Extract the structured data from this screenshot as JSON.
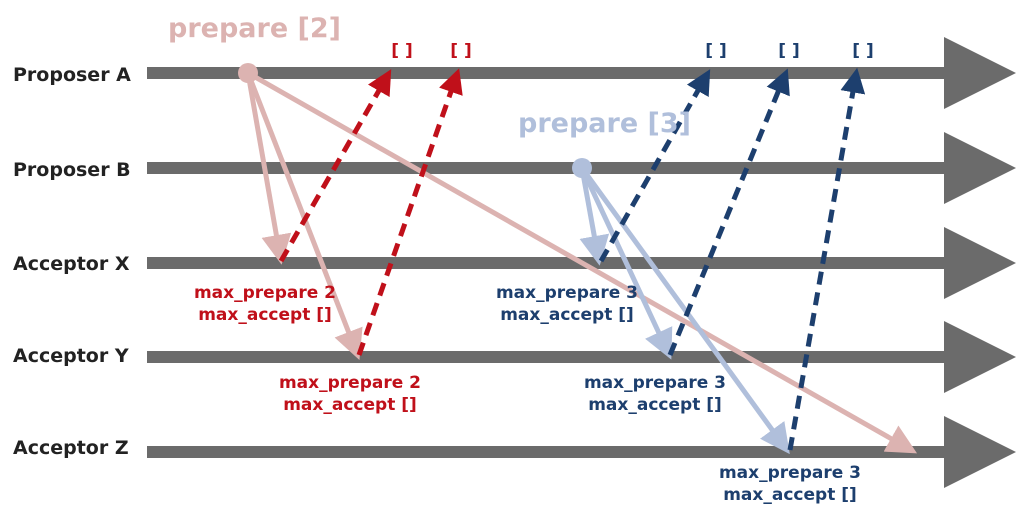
{
  "colors": {
    "timeline": "#6b6b6b",
    "prepare2": "#dcb3b1",
    "prepare3": "#b0bfdb",
    "promise2": "#c0101a",
    "promise3": "#1d3f6e",
    "lane_text": "#222222"
  },
  "lanes": [
    {
      "id": "A",
      "label": "Proposer A"
    },
    {
      "id": "B",
      "label": "Proposer B"
    },
    {
      "id": "X",
      "label": "Acceptor X"
    },
    {
      "id": "Y",
      "label": "Acceptor Y"
    },
    {
      "id": "Z",
      "label": "Acceptor Z"
    }
  ],
  "prepare_labels": [
    {
      "id": "p2",
      "text": "prepare [2]"
    },
    {
      "id": "p3",
      "text": "prepare [3]"
    }
  ],
  "reply_labels": [
    {
      "id": "r2x",
      "text": "[ ]"
    },
    {
      "id": "r2y",
      "text": "[ ]"
    },
    {
      "id": "r3x",
      "text": "[ ]"
    },
    {
      "id": "r3y",
      "text": "[ ]"
    },
    {
      "id": "r3z",
      "text": "[ ]"
    }
  ],
  "acceptor_states": [
    {
      "id": "x2",
      "prepare": "max_prepare 2",
      "accept": "max_accept []"
    },
    {
      "id": "y2",
      "prepare": "max_prepare 2",
      "accept": "max_accept []"
    },
    {
      "id": "x3",
      "prepare": "max_prepare 3",
      "accept": "max_accept []"
    },
    {
      "id": "y3",
      "prepare": "max_prepare 3",
      "accept": "max_accept []"
    },
    {
      "id": "z3",
      "prepare": "max_prepare 3",
      "accept": "max_accept []"
    }
  ]
}
